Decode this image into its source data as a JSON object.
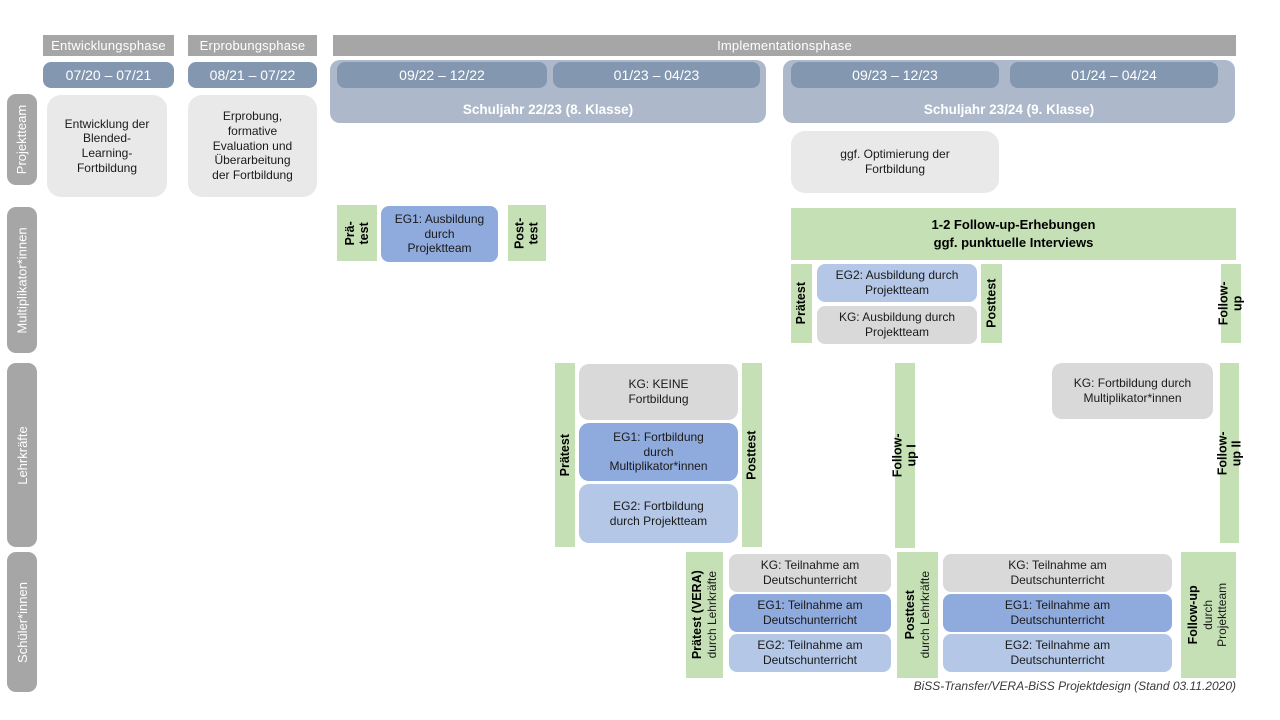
{
  "colors": {
    "phase_header_gray": "#a6a6a6",
    "date_pill_blue": "#8497b0",
    "school_year_blue": "#adb9ca",
    "measurement_green": "#c5e0b4",
    "eg1_blue": "#8faadc",
    "eg2_light_blue": "#b4c7e7",
    "kg_gray": "#d9d9d9",
    "projektteam_box_gray": "#e9e9e9",
    "row_label_gray": "#a6a6a6"
  },
  "header": {
    "phases": [
      {
        "label": "Entwicklungsphase"
      },
      {
        "label": "Erprobungsphase"
      },
      {
        "label": "Implementationsphase"
      }
    ],
    "dates": [
      "07/20 – 07/21",
      "08/21 – 07/22",
      "09/22 – 12/22",
      "01/23 – 04/23",
      "09/23 – 12/23",
      "01/24 – 04/24"
    ],
    "school_years": [
      "Schuljahr 22/23 (8. Klasse)",
      "Schuljahr 23/24 (9. Klasse)"
    ]
  },
  "rows": {
    "projektteam": {
      "label": "Projektteam",
      "entwicklung_box": "Entwicklung der\nBlended-\nLearning-\nFortbildung",
      "erprobung_box": "Erprobung,\nformative\nEvaluation und\nÜberarbeitung\nder Fortbildung",
      "optimierung_box": "ggf. Optimierung der\nFortbildung"
    },
    "multiplikatoren": {
      "label": "Multiplikator*innen",
      "praetest_1": "Prä-\ntest",
      "eg1": "EG1: Ausbildung\ndurch\nProjektteam",
      "posttest_1": "Post-\ntest",
      "followup_banner": "1-2 Follow-up-Erhebungen\nggf. punktuelle Interviews",
      "praetest_2": "Prätest",
      "eg2": "EG2: Ausbildung durch\nProjektteam",
      "kg": "KG: Ausbildung durch\nProjektteam",
      "posttest_2": "Posttest",
      "followup": "Follow-up"
    },
    "lehrkraefte": {
      "label": "Lehrkräfte",
      "praetest": "Prätest",
      "kg": "KG: KEINE\nFortbildung",
      "eg1": "EG1: Fortbildung\ndurch\nMultiplikator*innen",
      "eg2": "EG2: Fortbildung\ndurch Projektteam",
      "posttest": "Posttest",
      "followup1": "Follow-up I",
      "kg2": "KG: Fortbildung durch\nMultiplikator*innen",
      "followup2": "Follow-up II"
    },
    "schueler": {
      "label": "Schüler*innen",
      "praetest_title": "Prätest (VERA)",
      "praetest_sub": "durch Lehrkräfte",
      "kg1": "KG: Teilnahme am\nDeutschunterricht",
      "eg1_1": "EG1: Teilnahme am\nDeutschunterricht",
      "eg2_1": "EG2: Teilnahme am\nDeutschunterricht",
      "posttest_title": "Posttest",
      "posttest_sub": "durch Lehrkräfte",
      "kg2": "KG: Teilnahme am\nDeutschunterricht",
      "eg1_2": "EG1: Teilnahme am\nDeutschunterricht",
      "eg2_2": "EG2: Teilnahme am\nDeutschunterricht",
      "followup_title": "Follow-up",
      "followup_sub1": "durch",
      "followup_sub2": "Projektteam"
    }
  },
  "caption": "BiSS-Transfer/VERA-BiSS Projektdesign (Stand 03.11.2020)"
}
